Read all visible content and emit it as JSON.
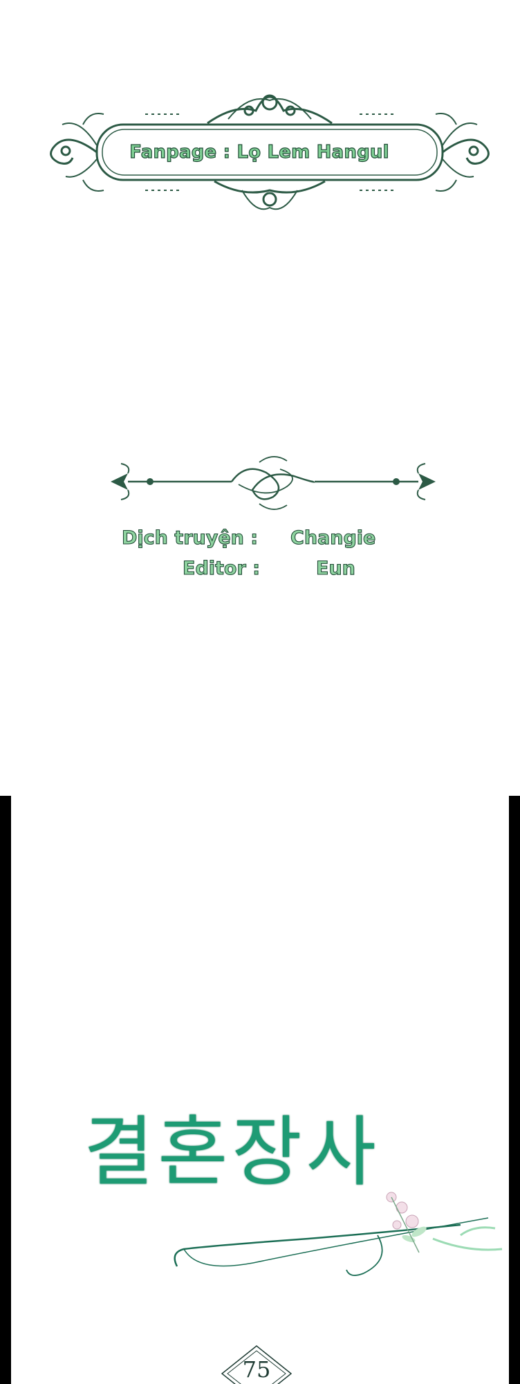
{
  "credits": {
    "fanpage": "Fanpage : Lọ Lem Hangul",
    "translator_label": "Dịch truyện :",
    "translator_name": "Changie",
    "editor_label": "Editor :",
    "editor_name": "Eun"
  },
  "title": {
    "logo_text": "결혼장사",
    "chapter_number": "75"
  },
  "colors": {
    "frame_green": "#2c5a45",
    "text_fill": "#8fd3a0",
    "logo_green": "#1e9b74",
    "border": "#000000"
  }
}
